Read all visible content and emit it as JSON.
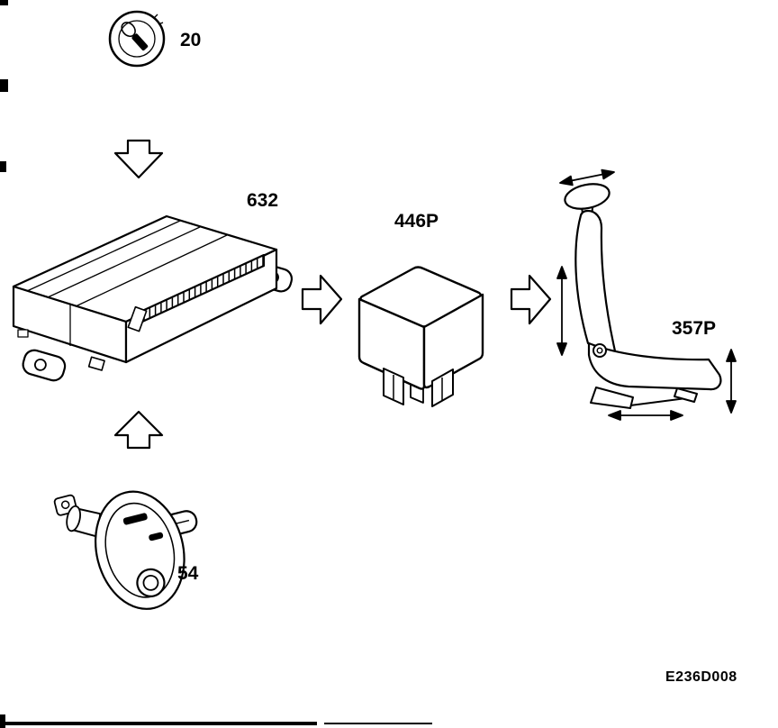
{
  "figure": {
    "labels": {
      "ignition_switch": "20",
      "control_module": "632",
      "relay": "446P",
      "seat": "357P",
      "seat_memory_switch": "54"
    },
    "drawing_code": "E236D008"
  }
}
